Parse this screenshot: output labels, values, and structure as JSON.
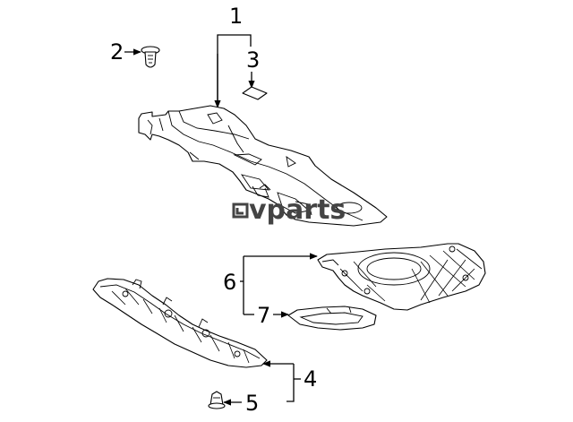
{
  "callouts": {
    "c1": "1",
    "c2": "2",
    "c3": "3",
    "c4": "4",
    "c5": "5",
    "c6": "6",
    "c7": "7"
  },
  "watermark": {
    "text": "vparts"
  },
  "colors": {
    "line": "#000000",
    "background": "#ffffff",
    "watermark": "#444444"
  }
}
